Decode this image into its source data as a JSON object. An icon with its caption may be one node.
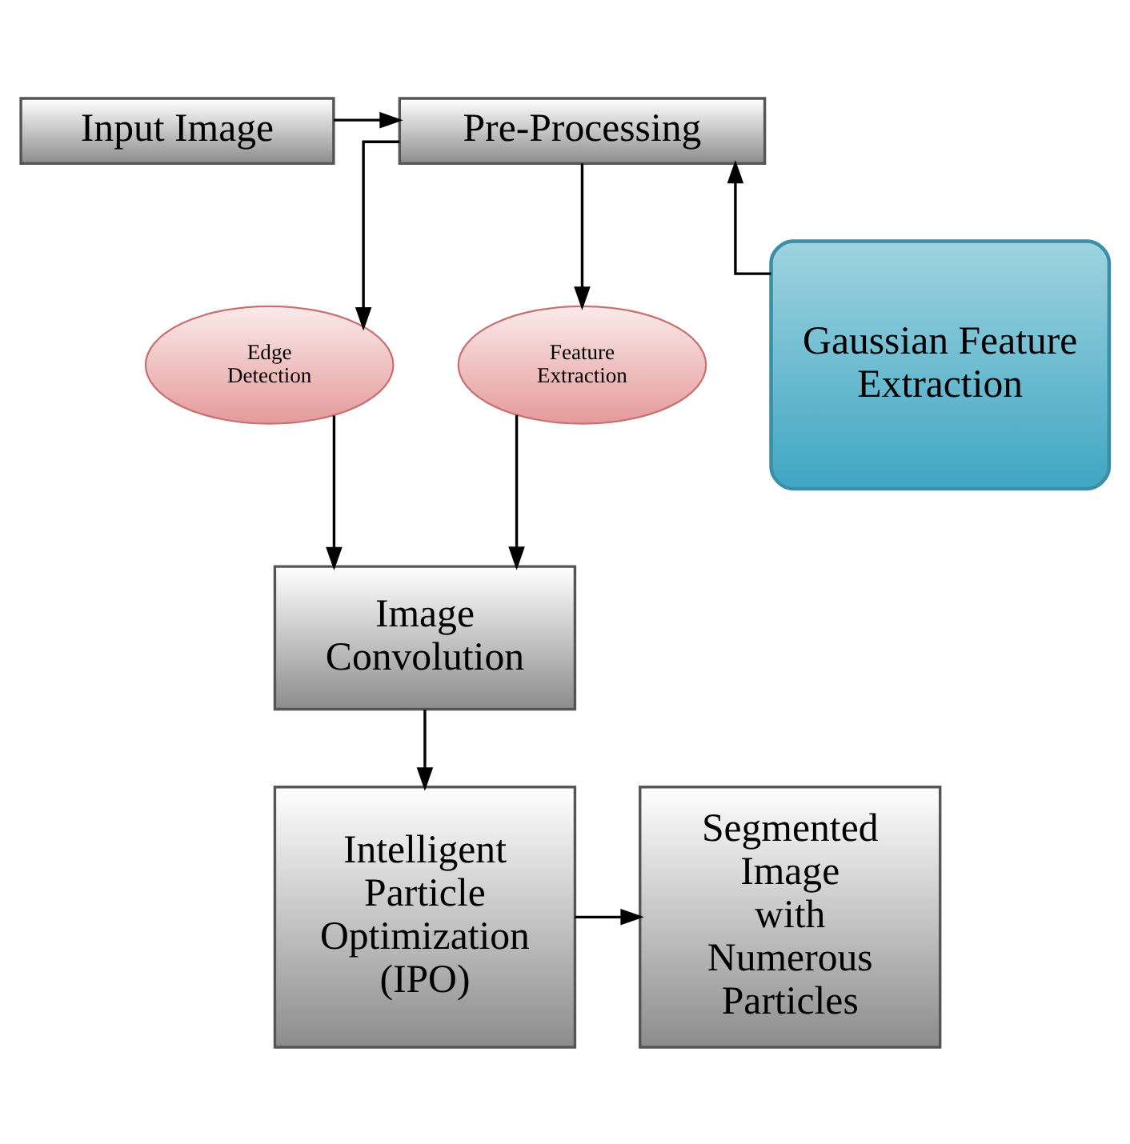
{
  "diagram": {
    "nodes": [
      {
        "text": [
          "Input Image"
        ]
      },
      {
        "text": [
          "Pre-Processing"
        ]
      },
      {
        "text": [
          "Gaussian Feature Extraction"
        ]
      },
      {
        "text": [
          "Edge Detection"
        ]
      },
      {
        "text": [
          "Feature Extraction"
        ]
      },
      {
        "text": [
          "Image Convolution"
        ]
      },
      {
        "text": [
          "Intelligent Particle Optimization (IPO)"
        ]
      },
      {
        "text": [
          "Segmented Image with Numerous Particles"
        ]
      }
    ],
    "edges": [
      {
        "from": 0,
        "to": 1,
        "arrow": "to"
      },
      {
        "from": 2,
        "to": 1,
        "arrow": "to"
      },
      {
        "from": 1,
        "to": 3,
        "arrow": "to"
      },
      {
        "from": 1,
        "to": 4,
        "arrow": "to"
      },
      {
        "from": 3,
        "to": 5,
        "arrow": "to"
      },
      {
        "from": 4,
        "to": 5,
        "arrow": "to"
      },
      {
        "from": 5,
        "to": 6,
        "arrow": "to"
      },
      {
        "from": 6,
        "to": 7,
        "arrow": "to"
      }
    ]
  }
}
